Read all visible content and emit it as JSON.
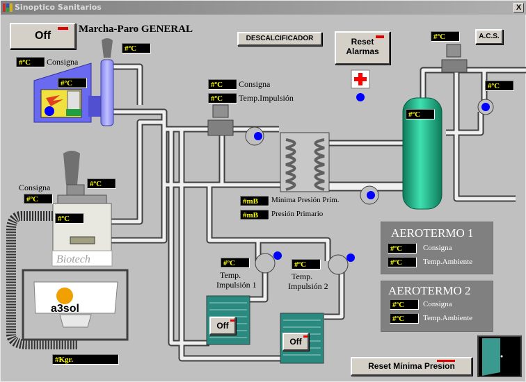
{
  "window": {
    "title": "Sinoptico Sanitarios",
    "close_label": "X"
  },
  "general": {
    "off_button": "Off",
    "label": "Marcha-Paro GENERAL"
  },
  "buttons": {
    "descalcificador": "DESCALCIFICADOR",
    "reset_alarmas_line1": "Reset",
    "reset_alarmas_line2": "Alarmas",
    "acs": "A.C.S.",
    "reset_minima_presion": "Reset Mínima Presion",
    "off_1": "Off",
    "off_2": "Off"
  },
  "boiler1": {
    "chimney_temp": "#ºC",
    "consigna_label": "Consigna",
    "consigna_value": "#ºC",
    "temp_value": "#ºC"
  },
  "boiler2": {
    "chimney_temp": "#ºC",
    "consigna_label": "Consigna",
    "consigna_value": "#ºC",
    "temp_value": "#ºC",
    "brand": "Biotech"
  },
  "silo": {
    "brand": "a3sol",
    "weight_value": "#Kgr."
  },
  "primary": {
    "consigna_value": "#ºC",
    "consigna_label": "Consigna",
    "impulsion_value": "#ºC",
    "impulsion_label": "Temp.Impulsión",
    "min_pressure_value": "#mB",
    "min_pressure_label": "Mínima Presión Prim.",
    "pressure_value": "#mB",
    "pressure_label": "Presión Primario"
  },
  "acs_circuit": {
    "valve_temp": "#ºC",
    "return_temp": "#ºC",
    "tank_temp": "#ºC"
  },
  "circuits": {
    "c1_value": "#ºC",
    "c1_label_line1": "Temp.",
    "c1_label_line2": "Impulsión 1",
    "c2_value": "#ºC",
    "c2_label_line1": "Temp.",
    "c2_label_line2": "Impulsión 2"
  },
  "aerotermo1": {
    "title": "AEROTERMO 1",
    "consigna_value": "#ºC",
    "consigna_label": "Consigna",
    "ambiente_value": "#ºC",
    "ambiente_label": "Temp.Ambiente"
  },
  "aerotermo2": {
    "title": "AEROTERMO 2",
    "consigna_value": "#ºC",
    "consigna_label": "Consigna",
    "ambiente_value": "#ºC",
    "ambiente_label": "Temp.Ambiente"
  },
  "colors": {
    "pump_status": "#0000ff",
    "alarm_led": "#e00000",
    "display_text": "#ffff00",
    "tank": "#1fa07a",
    "boiler": "#6a6af0"
  }
}
